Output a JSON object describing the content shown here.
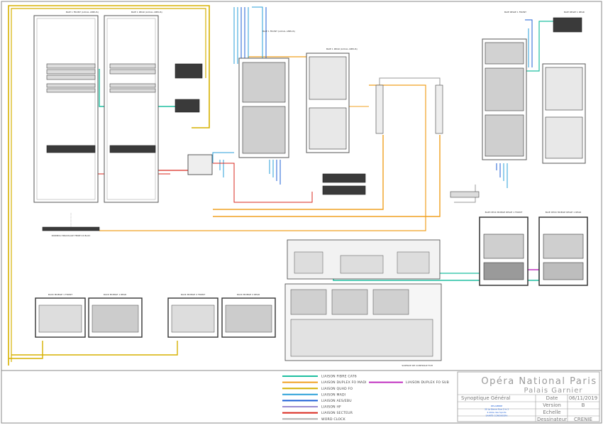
{
  "title_block": {
    "title": "Opéra National Paris",
    "subtitle": "Palais Garnier",
    "drawing_name": "Synoptique Général",
    "date_label": "Date",
    "date_value": "06/11/2019",
    "version_label": "Version",
    "version_value": "B",
    "scale_label": "Echelle",
    "scale_value": "",
    "designer_label": "Dessinateur",
    "designer_value": "CRENIE",
    "company_lines": [
      "DELAMBRE",
      "30 La Berne Rue 2 le 3",
      "4 Allée des Sports",
      "SAINTE CONSUEGRA"
    ]
  },
  "legend": {
    "items": [
      {
        "label": "LIAISON FIBRE CAT6",
        "color": "#1fbfa0"
      },
      {
        "label": "LIAISON DUPLEX FO MADI",
        "color": "#f0a020"
      },
      {
        "label": "LIAISON QUAD FO",
        "color": "#d6b000"
      },
      {
        "label": "LIAISON MADI",
        "color": "#2a9fd8"
      },
      {
        "label": "LIAISON AES/EBU",
        "color": "#1d5fd6"
      },
      {
        "label": "LIAISON HF",
        "color": "#9a8ad0"
      },
      {
        "label": "LIAISON SECTEUR",
        "color": "#d9281f"
      },
      {
        "label": "WORD CLOCK",
        "color": "#b0b0b0"
      }
    ],
    "extra": {
      "label": "LIAISON DUPLEX FO SUB",
      "color": "#c030c0"
    }
  },
  "rack_labels": {
    "rack1": "BAIE 1 FRONT (LOCAL AMPLIS)",
    "rack2": "BAIE 1 REAR (LOCAL AMPLIS)",
    "rack3": "BAIE 1 FRONT (LOCAL AMPLIS)",
    "rack4": "BAIE 1 REAR (LOCAL AMPLIS)",
    "rack5": "BAIE REGIE 1 FRONT",
    "rack6": "BAIE REGIE 1 REAR",
    "stage1": "RACK MOBILE 1 FRONT",
    "stage2": "RACK MOBILE 1 REAR",
    "stage3": "RACK MOBILE 2 FRONT",
    "stage4": "RACK MOBILE 2 REAR",
    "regie1": "BAIE DECK MOBILE REGIE 1 FRONT",
    "regie2": "BAIE DECK MOBILE REGIE 1 REAR",
    "patch_bay": "PANNEAU BRASSAGE FIBRE 24 BLOC",
    "console": "SURFACE DE CONTROLE FOH"
  }
}
